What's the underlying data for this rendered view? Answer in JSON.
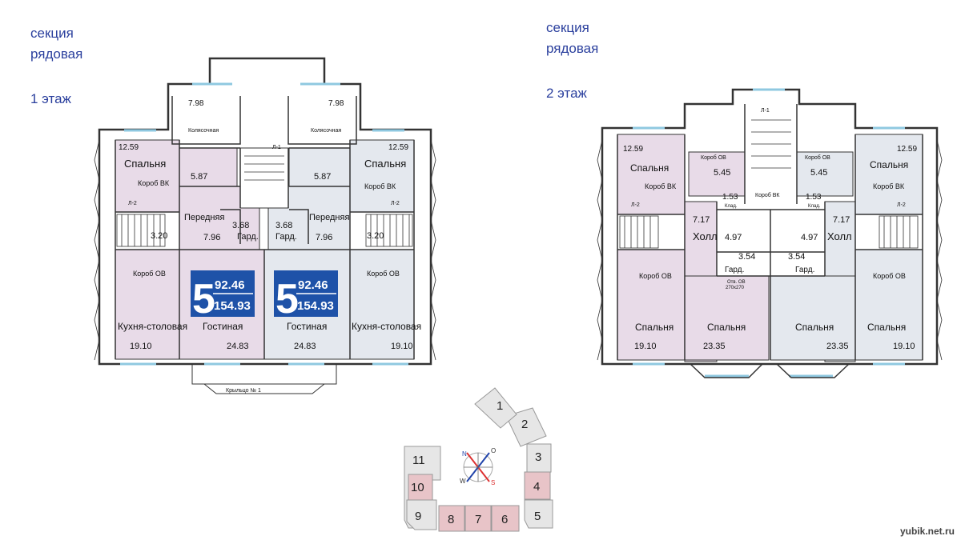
{
  "left": {
    "header": [
      "секция",
      "рядовая"
    ],
    "floor": "1 этаж",
    "rooms": {
      "stroller_area": "7.98",
      "stroller_room": "Колясочная",
      "bedroom_area": "12.59",
      "bedroom": "Спальня",
      "box_vk": "Короб ВК",
      "bath_area": "5.87",
      "stair_l1": "Л-1",
      "stair_l2": "Л-2",
      "stair_area": "3.20",
      "hall": "Передняя",
      "hall_area": "7.96",
      "ward_area": "3.68",
      "ward": "Гард.",
      "box_ov": "Короб ОВ",
      "kitchen": "Кухня-столовая",
      "kitchen_area": "19.10",
      "living": "Гостиная",
      "living_area": "24.83",
      "porch": "Крыльцо № 1"
    },
    "badge": {
      "rooms": "5",
      "living": "92.46",
      "total": "154.93"
    }
  },
  "right": {
    "header": [
      "секция",
      "рядовая"
    ],
    "floor": "2 этаж",
    "rooms": {
      "bedroom_area": "12.59",
      "bedroom": "Спальня",
      "box_vk": "Короб ВК",
      "box_ov": "Короб ОВ",
      "bath_area": "5.45",
      "closet_area": "1.53",
      "closet": "Клад.",
      "stair_l1": "Л-1",
      "stair_l2": "Л-2",
      "hall_area": "7.17",
      "hall": "Холл",
      "bath2_area": "4.97",
      "ward_area": "3.54",
      "ward": "Гард.",
      "vent": "Отв. ОВ",
      "vent_size": "270х270",
      "bed_area_1": "19.10",
      "bed_area_2": "23.35"
    }
  },
  "keyplan": {
    "sections": [
      "1",
      "2",
      "3",
      "4",
      "5",
      "6",
      "7",
      "8",
      "9",
      "10",
      "11"
    ],
    "compass": [
      "N",
      "O",
      "W",
      "S"
    ]
  },
  "watermark": "yubik.net.ru"
}
